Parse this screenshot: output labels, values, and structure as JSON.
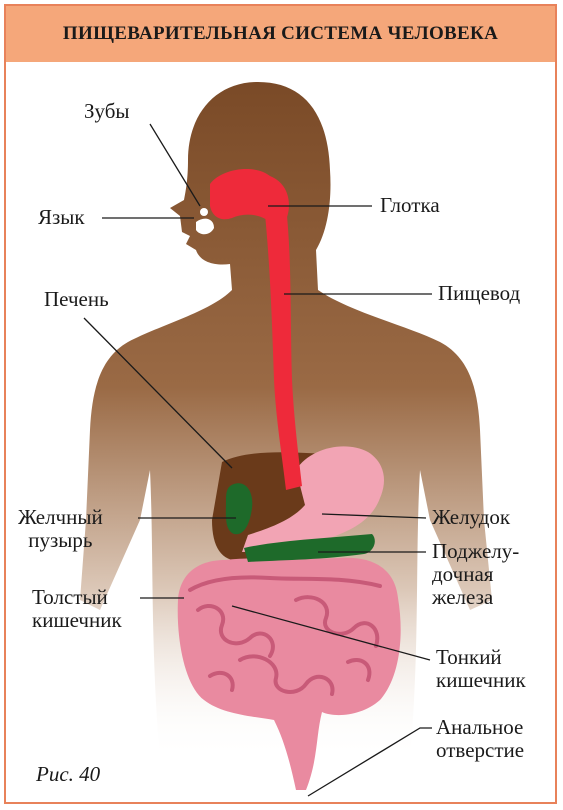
{
  "figure": {
    "title": "ПИЩЕВАРИТЕЛЬНАЯ СИСТЕМА ЧЕЛОВЕКА",
    "caption": "Рис. 40",
    "labels": {
      "teeth": "Зубы",
      "tongue": "Язык",
      "pharynx": "Глотка",
      "esophagus": "Пищевод",
      "liver": "Печень",
      "gallbladder_1": "Желчный",
      "gallbladder_2": "пузырь",
      "stomach": "Желудок",
      "pancreas_1": "Поджелу-",
      "pancreas_2": "дочная",
      "pancreas_3": "железа",
      "large_intestine_1": "Толстый",
      "large_intestine_2": "кишечник",
      "small_intestine_1": "Тонкий",
      "small_intestine_2": "кишечник",
      "anus_1": "Анальное",
      "anus_2": "отверстие"
    },
    "colors": {
      "frame": "#e8825a",
      "header": "#f5a77a",
      "body_silhouette": "#7a4a27",
      "digestive_tract": "#ee2a3a",
      "liver": "#6a3a1a",
      "gallbladder_pancreas": "#1e6a2a",
      "stomach": "#f2a4b4",
      "intestines": "#e98aa0"
    }
  }
}
